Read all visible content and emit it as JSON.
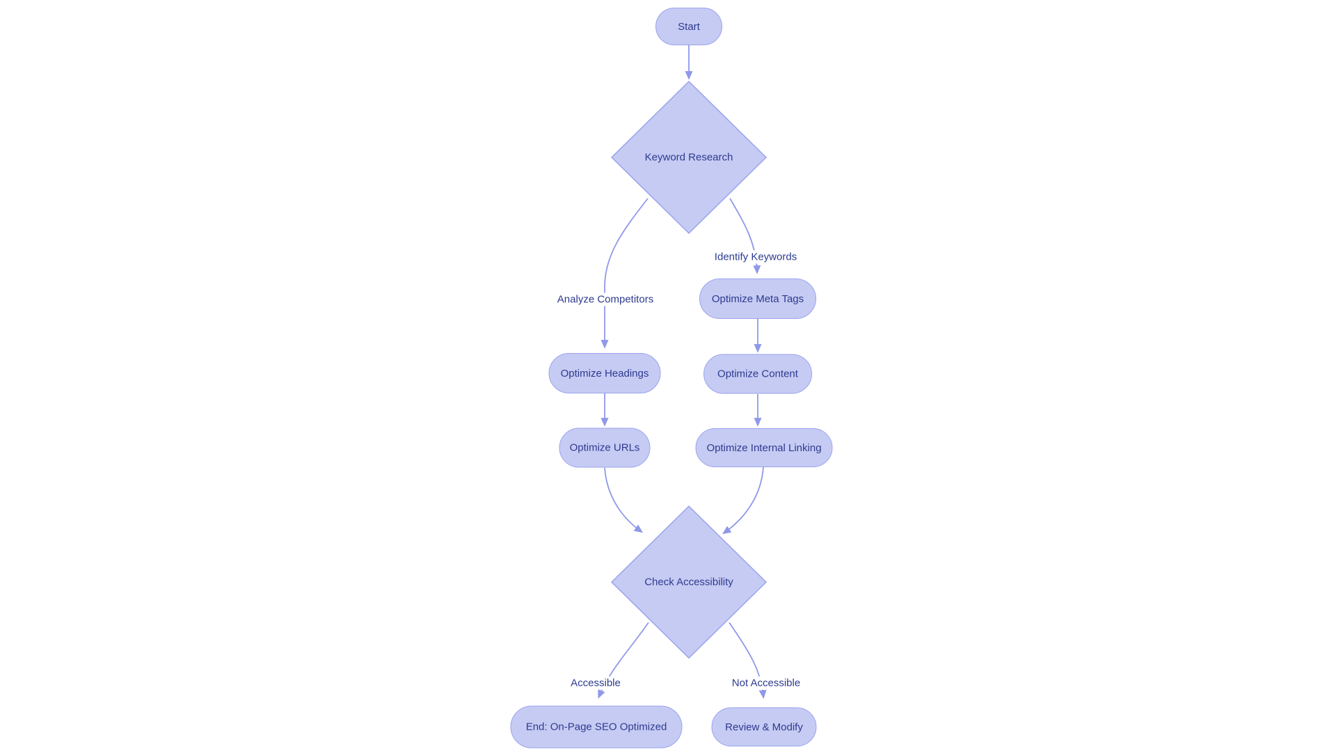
{
  "colors": {
    "bg": "#ffffff",
    "node_fill": "#c6cbf3",
    "node_border": "#9aa3ee",
    "edge": "#8f99e8",
    "text": "#2d3a8f"
  },
  "diagram_type": "flowchart",
  "nodes": {
    "start": {
      "label": "Start",
      "shape": "stadium"
    },
    "keyword_research": {
      "label": "Keyword Research",
      "shape": "diamond"
    },
    "optimize_meta_tags": {
      "label": "Optimize Meta Tags",
      "shape": "stadium"
    },
    "optimize_headings": {
      "label": "Optimize Headings",
      "shape": "stadium"
    },
    "optimize_content": {
      "label": "Optimize Content",
      "shape": "stadium"
    },
    "optimize_urls": {
      "label": "Optimize URLs",
      "shape": "stadium"
    },
    "optimize_internal_linking": {
      "label": "Optimize Internal Linking",
      "shape": "stadium"
    },
    "check_accessibility": {
      "label": "Check Accessibility",
      "shape": "diamond"
    },
    "end": {
      "label": "End: On-Page SEO Optimized",
      "shape": "stadium"
    },
    "review_modify": {
      "label": "Review & Modify",
      "shape": "stadium"
    }
  },
  "edges": [
    {
      "from": "Start",
      "to": "Keyword Research",
      "label": ""
    },
    {
      "from": "Keyword Research",
      "to": "Optimize Headings",
      "label": "Analyze Competitors"
    },
    {
      "from": "Keyword Research",
      "to": "Optimize Meta Tags",
      "label": "Identify Keywords"
    },
    {
      "from": "Optimize Meta Tags",
      "to": "Optimize Content",
      "label": ""
    },
    {
      "from": "Optimize Headings",
      "to": "Optimize URLs",
      "label": ""
    },
    {
      "from": "Optimize Content",
      "to": "Optimize Internal Linking",
      "label": ""
    },
    {
      "from": "Optimize URLs",
      "to": "Check Accessibility",
      "label": ""
    },
    {
      "from": "Optimize Internal Linking",
      "to": "Check Accessibility",
      "label": ""
    },
    {
      "from": "Check Accessibility",
      "to": "End: On-Page SEO Optimized",
      "label": "Accessible"
    },
    {
      "from": "Check Accessibility",
      "to": "Review & Modify",
      "label": "Not Accessible"
    }
  ]
}
